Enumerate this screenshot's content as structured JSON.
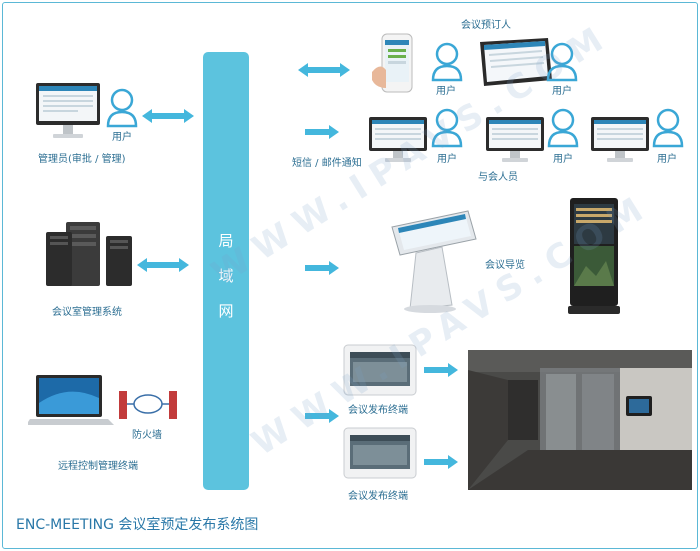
{
  "diagram": {
    "lan_chars": [
      "局",
      "域",
      "网"
    ],
    "labels": {
      "admin": "管理员(审批 / 管理)",
      "admin_user": "用户",
      "server": "会议室管理系统",
      "firewall": "防火墙",
      "remote": "远程控制管理终端",
      "booker": "会议预订人",
      "booker_user1": "用户",
      "booker_user2": "用户",
      "notify": "短信 / 邮件通知",
      "att_user1": "用户",
      "att_user2": "用户",
      "att_user3": "用户",
      "attendees": "与会人员",
      "guide": "会议导览",
      "publish1": "会议发布终端",
      "publish2": "会议发布终端"
    },
    "title": "ENC-MEETING 会议室预定发布系统图",
    "watermarks": [
      "WWW.IPAVS.COM",
      "WWW.IPAVS.COM"
    ]
  },
  "colors": {
    "lan": "#5cc3de",
    "accent": "#2d6f93",
    "user_icon": "#3aa7d6",
    "arrow": "#44b7dd"
  }
}
